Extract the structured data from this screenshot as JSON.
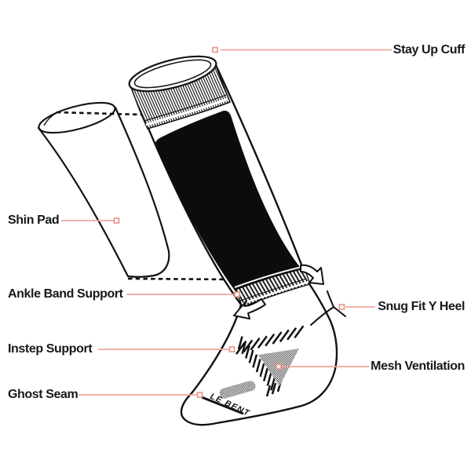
{
  "diagram": {
    "background": "#ffffff",
    "accent_color": "#f0a79d",
    "marker_color": "#e79387",
    "ink_color": "#141419",
    "brand_text": "LE BENT"
  },
  "callouts": [
    {
      "label": "Stay Up Cuff",
      "side": "right",
      "marker": "square"
    },
    {
      "label": "Shin Pad",
      "side": "left",
      "marker": "square"
    },
    {
      "label": "Ankle Band Support",
      "side": "left",
      "marker": "square"
    },
    {
      "label": "Snug Fit Y Heel",
      "side": "right",
      "marker": "square"
    },
    {
      "label": "Instep Support",
      "side": "left",
      "marker": "square"
    },
    {
      "label": "Mesh Ventilation",
      "side": "right",
      "marker": "dot"
    },
    {
      "label": "Ghost Seam",
      "side": "left",
      "marker": "square"
    }
  ]
}
